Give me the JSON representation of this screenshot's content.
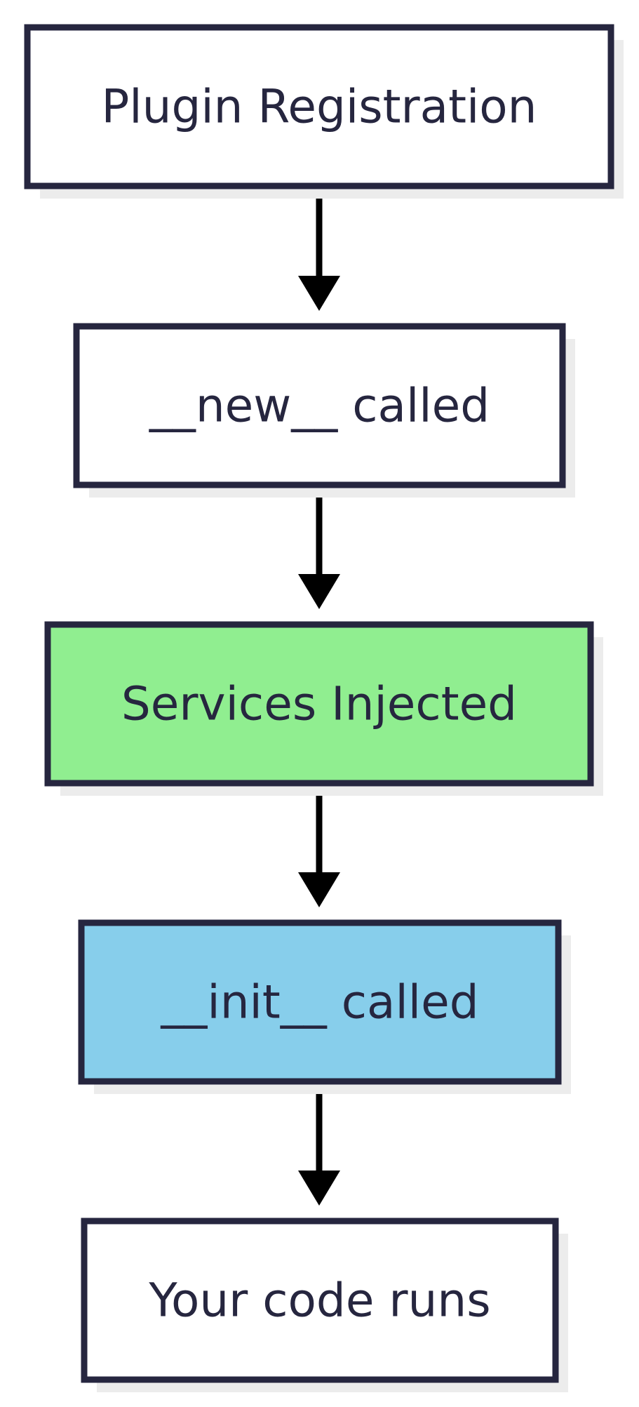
{
  "diagram": {
    "type": "flowchart",
    "direction": "top-to-bottom",
    "nodes": [
      {
        "id": "plugin-registration",
        "label": "Plugin Registration",
        "fill": "#ffffff"
      },
      {
        "id": "new-called",
        "label": "__new__ called",
        "fill": "#ffffff"
      },
      {
        "id": "services-injected",
        "label": "Services Injected",
        "fill": "#90ee90"
      },
      {
        "id": "init-called",
        "label": "__init__ called",
        "fill": "#87ceeb"
      },
      {
        "id": "your-code-runs",
        "label": "Your code runs",
        "fill": "#ffffff"
      }
    ],
    "edges": [
      {
        "from": "plugin-registration",
        "to": "new-called"
      },
      {
        "from": "new-called",
        "to": "services-injected"
      },
      {
        "from": "services-injected",
        "to": "init-called"
      },
      {
        "from": "init-called",
        "to": "your-code-runs"
      }
    ]
  },
  "colors": {
    "border": "#26263f",
    "text": "#26263f",
    "arrow": "#000000",
    "shadow": "#ececec",
    "background": "#ffffff"
  }
}
